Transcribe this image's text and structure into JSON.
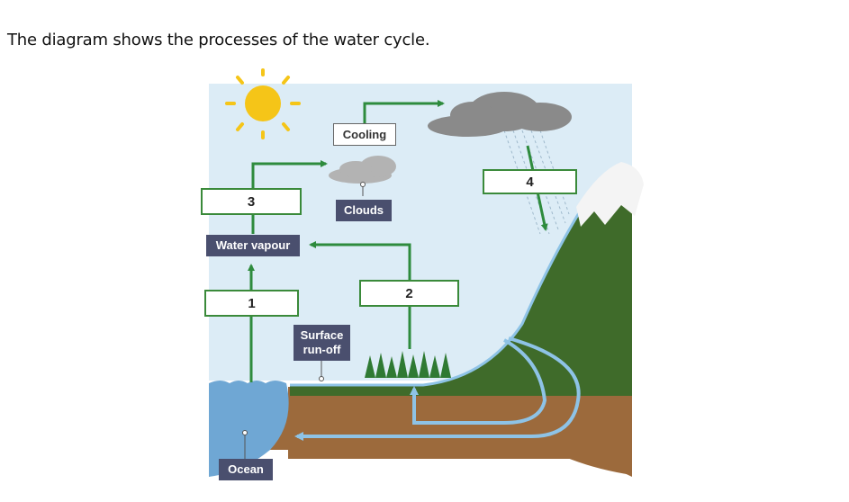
{
  "question": "The diagram shows the processes of the water cycle.",
  "labels": {
    "cooling": "Cooling",
    "clouds": "Clouds",
    "water_vapour": "Water vapour",
    "surface_runoff_line1": "Surface",
    "surface_runoff_line2": "run-off",
    "ocean": "Ocean"
  },
  "blank_boxes": {
    "box1": "1",
    "box2": "2",
    "box3": "3",
    "box4": "4"
  },
  "colors": {
    "sky": "#dcecf6",
    "hill": "#3f6b2a",
    "soil": "#9c6a3c",
    "ocean": "#6fa7d4",
    "arrow_green": "#2e8b3d",
    "arrow_blue": "#8ec3e6",
    "sun": "#f5c518"
  }
}
